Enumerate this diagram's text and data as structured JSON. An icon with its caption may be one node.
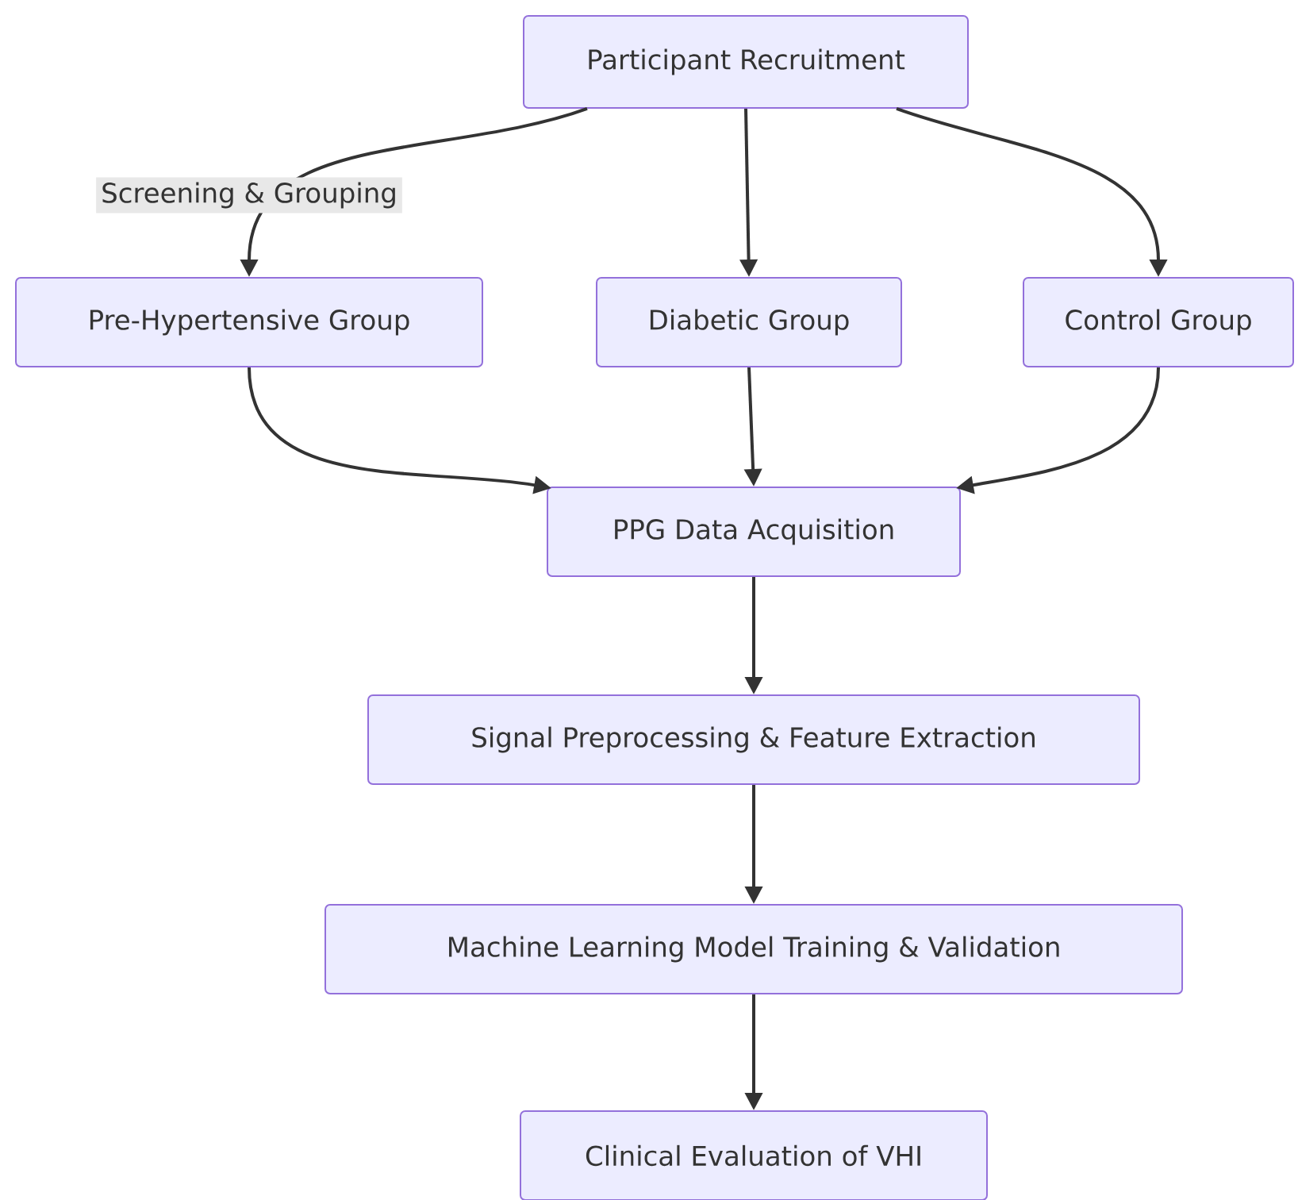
{
  "diagram": {
    "nodes": [
      {
        "text": [
          "Participant Recruitment"
        ]
      },
      {
        "text": [
          "Pre-Hypertensive Group"
        ]
      },
      {
        "text": [
          "Diabetic Group"
        ]
      },
      {
        "text": [
          "Control Group"
        ]
      },
      {
        "text": [
          "PPG Data Acquisition"
        ]
      },
      {
        "text": [
          "Signal Preprocessing & Feature Extraction"
        ]
      },
      {
        "text": [
          "Machine Learning Model Training & Validation"
        ]
      },
      {
        "text": [
          "Clinical Evaluation of VHI"
        ]
      }
    ],
    "edges": [
      {
        "from": 0,
        "to": 1,
        "arrow": "to",
        "label": "Screening & Grouping"
      },
      {
        "from": 0,
        "to": 2,
        "arrow": "to"
      },
      {
        "from": 0,
        "to": 3,
        "arrow": "to"
      },
      {
        "from": 1,
        "to": 4,
        "arrow": "to"
      },
      {
        "from": 2,
        "to": 4,
        "arrow": "to"
      },
      {
        "from": 3,
        "to": 4,
        "arrow": "to"
      },
      {
        "from": 4,
        "to": 5,
        "arrow": "to"
      },
      {
        "from": 5,
        "to": 6,
        "arrow": "to"
      },
      {
        "from": 6,
        "to": 7,
        "arrow": "to"
      }
    ]
  }
}
